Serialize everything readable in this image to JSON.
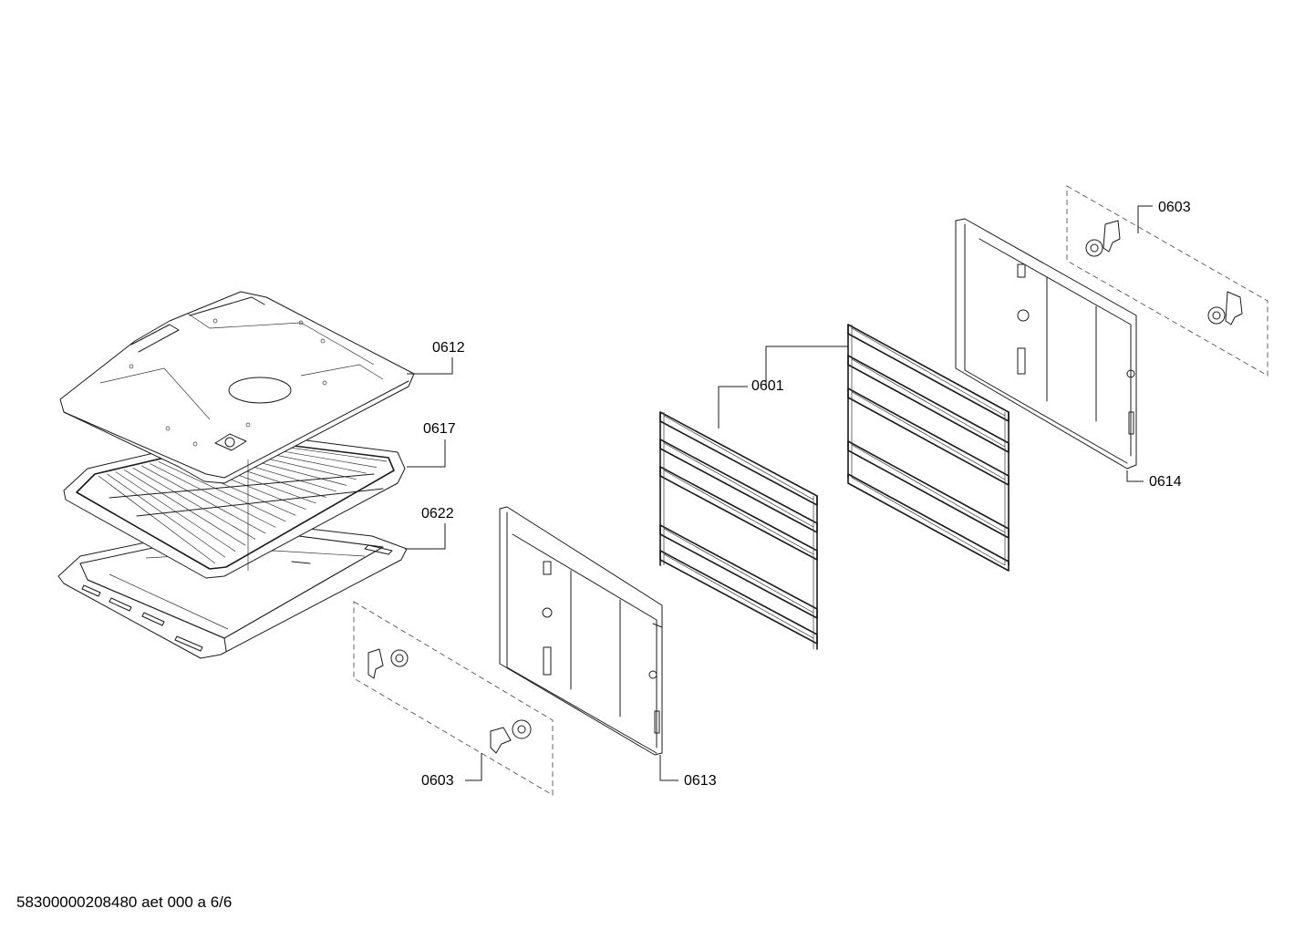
{
  "callouts": {
    "c0612": "0612",
    "c0617": "0617",
    "c0622": "0622",
    "c0601": "0601",
    "c0603_top": "0603",
    "c0614": "0614",
    "c0603_bottom": "0603",
    "c0613": "0613"
  },
  "footer": {
    "text": "58300000208480 aet 000 a 6/6"
  }
}
